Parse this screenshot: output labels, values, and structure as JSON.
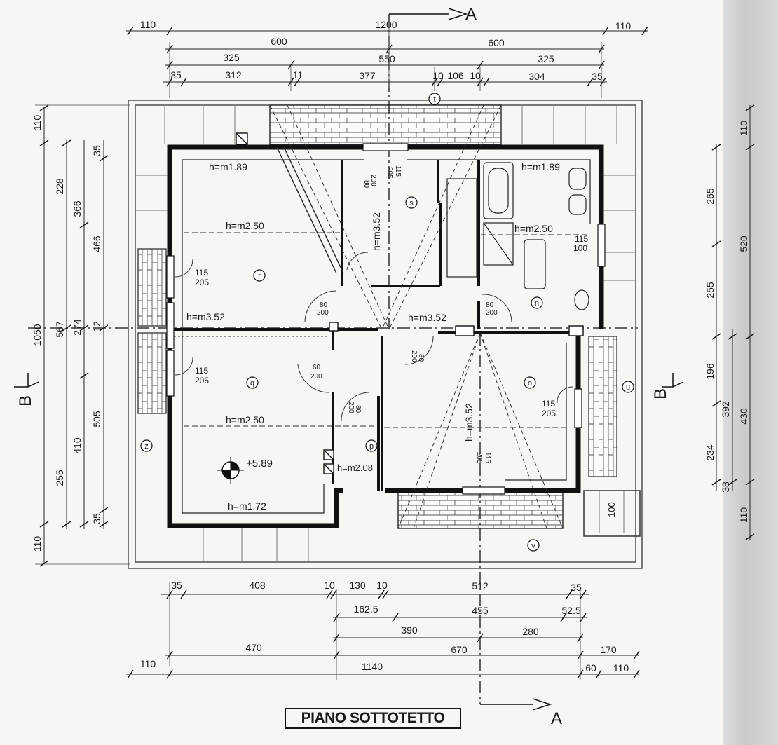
{
  "title": "PIANO SOTTOTETTO",
  "section_marks": {
    "a": "A",
    "b": "B"
  },
  "elevation": "+5.89",
  "room_ids": [
    "t",
    "s",
    "r",
    "n",
    "q",
    "o",
    "p",
    "z",
    "u",
    "v"
  ],
  "heights": [
    "h=m1.89",
    "h=m2.50",
    "h=m3.52",
    "h=m1.89",
    "h=m2.50",
    "h=m3.52",
    "h=m3.52",
    "h=m2.50",
    "h=m3.52",
    "h=m2.08",
    "h=m1.72"
  ],
  "top_dims": {
    "row1": [
      "110",
      "1200",
      "110"
    ],
    "row2": [
      "600",
      "600"
    ],
    "row3": [
      "325",
      "550",
      "325"
    ],
    "row4": [
      "35",
      "312",
      "11",
      "377",
      "10",
      "106",
      "10",
      "304",
      "35"
    ]
  },
  "bottom_dims": {
    "row1": [
      "35",
      "408",
      "10",
      "130",
      "10",
      "512",
      "35"
    ],
    "row2": [
      "162.5",
      "455",
      "52.5"
    ],
    "row3": [
      "390",
      "280"
    ],
    "row4": [
      "470",
      "670",
      "170"
    ],
    "row5": [
      "110",
      "1140",
      "60",
      "110"
    ]
  },
  "left_dims": {
    "col1": [
      "110",
      "1050",
      "110"
    ],
    "col2": [
      "228",
      "567",
      "255"
    ],
    "col3": [
      "366",
      "274",
      "410"
    ],
    "col4": [
      "466",
      "12",
      "505",
      "35"
    ],
    "col5": [
      "35"
    ]
  },
  "right_dims": {
    "col1": [
      "265",
      "255",
      "196",
      "234",
      "38",
      "110"
    ],
    "col2": [
      "110",
      "520",
      "392",
      "430"
    ]
  },
  "window_marks": [
    "115",
    "205",
    "115",
    "205",
    "115",
    "205",
    "115",
    "100",
    "100"
  ],
  "door_marks": [
    "80",
    "200",
    "80",
    "200",
    "80",
    "200",
    "80",
    "200",
    "80",
    "200",
    "60",
    "200"
  ],
  "skylight_marks": [
    "115",
    "205",
    "115",
    "205"
  ]
}
